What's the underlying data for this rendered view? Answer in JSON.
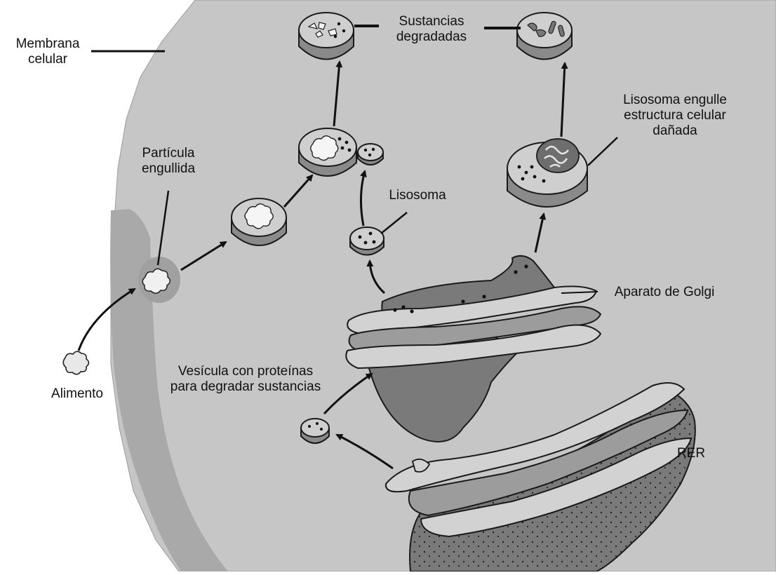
{
  "labels": {
    "membrane": [
      "Membrana",
      "celular"
    ],
    "particle": [
      "Partícula",
      "engullida"
    ],
    "degraded": [
      "Sustancias",
      "degradadas"
    ],
    "lysosome": "Lisosoma",
    "lysosome_engulfs": [
      "Lisosoma engulle",
      "estructura celular",
      "dañada"
    ],
    "golgi": "Aparato de Golgi",
    "vesicle": [
      "Vesícula con proteínas",
      "para degradar sustancias"
    ],
    "food": "Alimento",
    "rer": "RER"
  },
  "colors": {
    "background": "#ffffff",
    "cytoplasm": "#c6c6c6",
    "membrane_band": "#a9a9a9",
    "organelle_dark": "#7a7a7a",
    "organelle_mid": "#9c9c9c",
    "organelle_light": "#d2d2d2",
    "outline": "#1a1a1a"
  }
}
